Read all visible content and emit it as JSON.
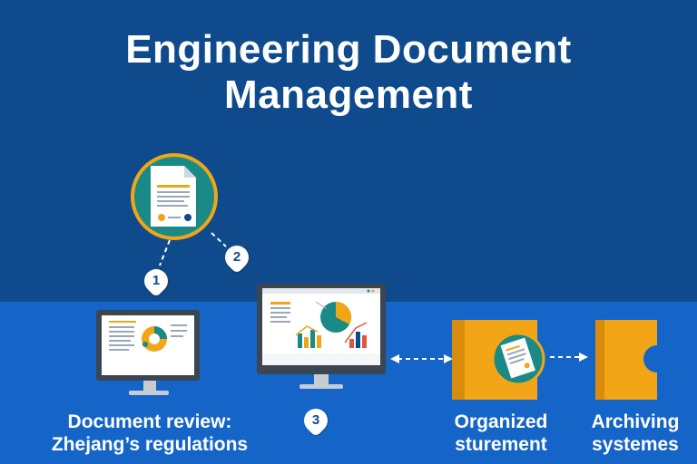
{
  "title": {
    "line1": "Engineering Document",
    "line2": "Management"
  },
  "steps": [
    {
      "number": "1"
    },
    {
      "number": "2"
    },
    {
      "number": "3"
    }
  ],
  "labels": {
    "review_line1": "Document review:",
    "review_line2": "Zhejang’s regulations",
    "organized_line1": "Organized",
    "organized_line2": "sturement",
    "archiving_line1": "Archiving",
    "archiving_line2": "systemes"
  },
  "colors": {
    "top_background": "#0f4b8c",
    "bottom_background": "#1565c8",
    "accent_orange": "#f2a516",
    "accent_teal": "#1a8a86"
  },
  "icons": [
    "document-icon",
    "monitor-icon",
    "folder-icon",
    "archive-box-icon"
  ]
}
